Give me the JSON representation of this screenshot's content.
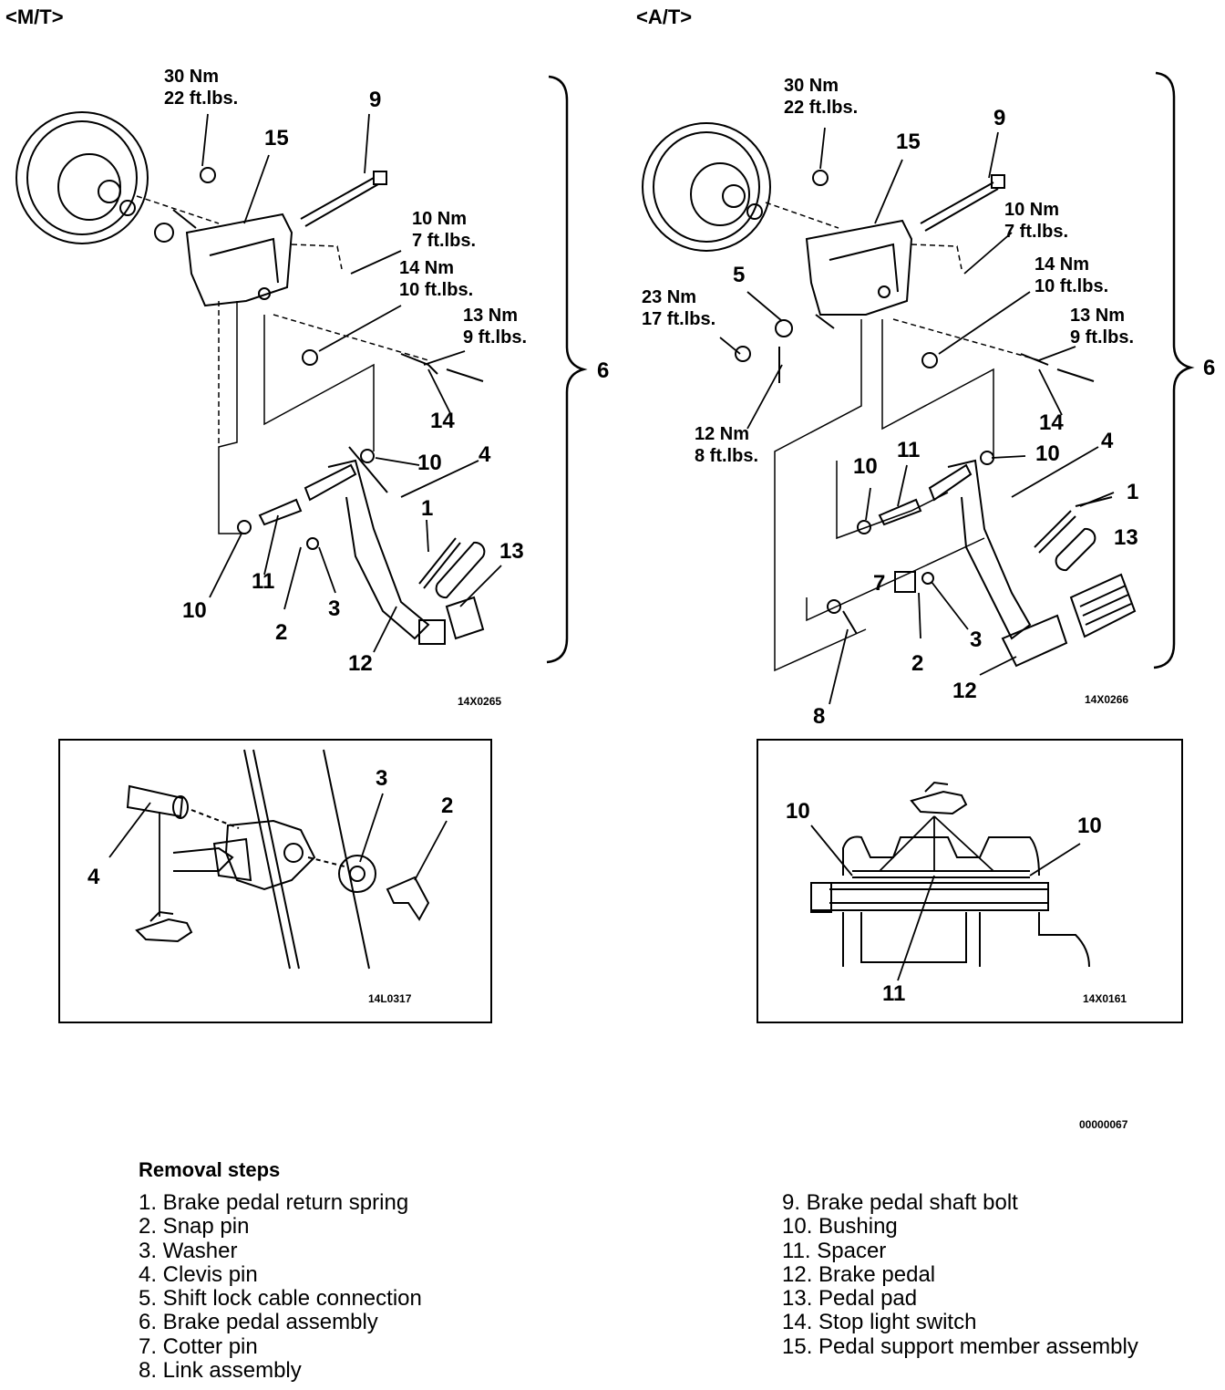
{
  "headers": {
    "mt": "<M/T>",
    "at": "<A/T>"
  },
  "mt_torques": {
    "t30": [
      "30 Nm",
      "22 ft.lbs."
    ],
    "t10": [
      "10 Nm",
      "7 ft.lbs."
    ],
    "t14": [
      "14 Nm",
      "10 ft.lbs."
    ],
    "t13": [
      "13 Nm",
      "9 ft.lbs."
    ]
  },
  "at_torques": {
    "t30": [
      "30 Nm",
      "22 ft.lbs."
    ],
    "t10": [
      "10 Nm",
      "7 ft.lbs."
    ],
    "t14": [
      "14 Nm",
      "10 ft.lbs."
    ],
    "t13": [
      "13 Nm",
      "9 ft.lbs."
    ],
    "t23": [
      "23 Nm",
      "17 ft.lbs."
    ],
    "t12": [
      "12 Nm",
      "8 ft.lbs."
    ]
  },
  "mt_callouts": {
    "c9": "9",
    "c15": "15",
    "c14": "14",
    "c10a": "10",
    "c4": "4",
    "c1": "1",
    "c13": "13",
    "c10b": "10",
    "c11": "11",
    "c2": "2",
    "c3": "3",
    "c12": "12",
    "c6": "6"
  },
  "at_callouts": {
    "c9": "9",
    "c15": "15",
    "c5": "5",
    "c14": "14",
    "c4": "4",
    "c1": "1",
    "c10a": "10",
    "c11": "11",
    "c10b": "10",
    "c13": "13",
    "c7": "7",
    "c2": "2",
    "c3": "3",
    "c12": "12",
    "c8": "8",
    "c6": "6"
  },
  "codes": {
    "mt_main": "14X0265",
    "at_main": "14X0266",
    "mt_detail": "14L0317",
    "at_detail": "14X0161",
    "page": "00000067"
  },
  "mt_detail_callouts": {
    "c3": "3",
    "c2": "2",
    "c4": "4"
  },
  "at_detail_callouts": {
    "c10a": "10",
    "c10b": "10",
    "c11": "11"
  },
  "removal": {
    "title": "Removal steps",
    "left": [
      "1. Brake pedal return spring",
      "2. Snap pin",
      "3. Washer",
      "4. Clevis pin",
      "5. Shift lock cable connection",
      "6. Brake pedal assembly",
      "7. Cotter pin",
      "8. Link assembly"
    ],
    "right": [
      "9. Brake pedal shaft bolt",
      "10. Bushing",
      "11. Spacer",
      "12. Brake pedal",
      "13. Pedal pad",
      "14. Stop light switch",
      "15. Pedal support member assembly"
    ]
  }
}
